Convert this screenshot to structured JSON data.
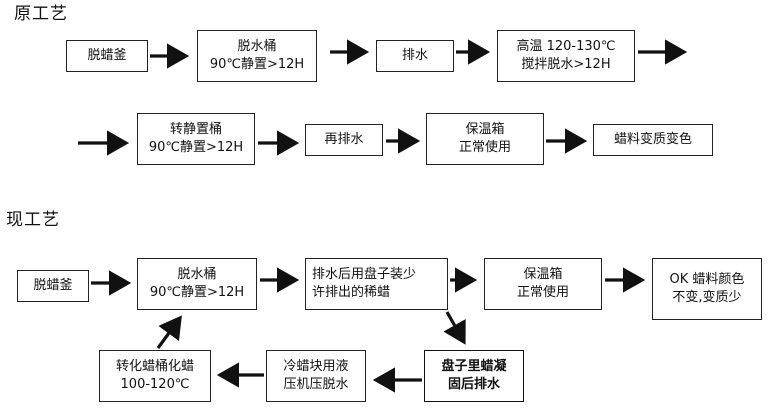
{
  "original_process": {
    "title": "原工艺",
    "steps": [
      [
        "脱蜡釜"
      ],
      [
        "脱水桶",
        "90℃静置>12H"
      ],
      [
        "排水"
      ],
      [
        "高温 120-130℃",
        "搅拌脱水>12H"
      ],
      [
        "转静置桶",
        "90℃静置>12H"
      ],
      [
        "再排水"
      ],
      [
        "保温箱",
        "正常使用"
      ],
      [
        "蜡料变质变色"
      ]
    ]
  },
  "current_process": {
    "title": "现工艺",
    "steps": [
      [
        "脱蜡釜"
      ],
      [
        "脱水桶",
        "90℃静置>12H"
      ],
      [
        "排水后用盘子装少",
        "许排出的稀蜡"
      ],
      [
        "保温箱",
        "正常使用"
      ],
      [
        "OK 蜡料颜色",
        "不变,变质少"
      ],
      [
        "盘子里蜡凝",
        "固后排水"
      ],
      [
        "冷蜡块用液",
        "压机压脱水"
      ],
      [
        "转化蜡桶化蜡",
        "100-120℃"
      ]
    ]
  }
}
